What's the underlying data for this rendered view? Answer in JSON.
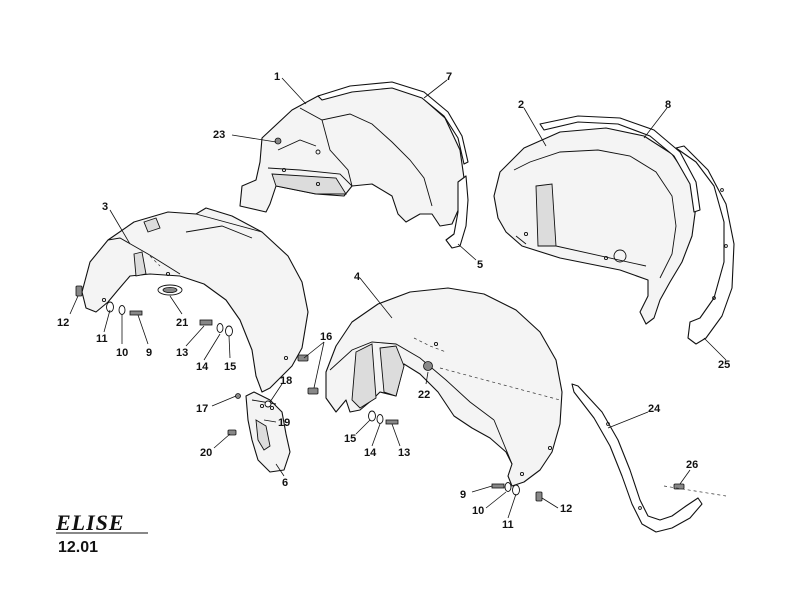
{
  "brand": {
    "logo_text": "ELISE",
    "page_code": "12.01"
  },
  "callouts": {
    "c1": "1",
    "c2": "2",
    "c3": "3",
    "c4": "4",
    "c5": "5",
    "c6": "6",
    "c7": "7",
    "c8": "8",
    "c9a": "9",
    "c9b": "9",
    "c10a": "10",
    "c10b": "10",
    "c11a": "11",
    "c11b": "11",
    "c12a": "12",
    "c12b": "12",
    "c13a": "13",
    "c13b": "13",
    "c14a": "14",
    "c14b": "14",
    "c15a": "15",
    "c15b": "15",
    "c16": "16",
    "c17": "17",
    "c18": "18",
    "c19": "19",
    "c20": "20",
    "c21": "21",
    "c22": "22",
    "c23": "23",
    "c24": "24",
    "c25": "25",
    "c26": "26"
  }
}
